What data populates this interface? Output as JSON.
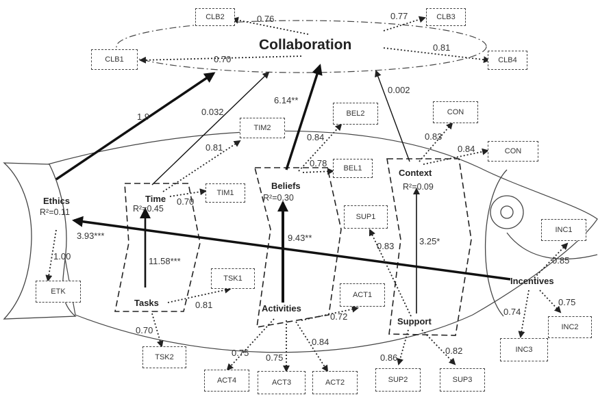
{
  "central_construct": "Collaboration",
  "constructs": {
    "ethics": "Ethics",
    "time": "Time",
    "beliefs": "Beliefs",
    "context": "Context",
    "tasks": "Tasks",
    "activities": "Activities",
    "support": "Support",
    "incentives": "Incentives"
  },
  "r_squared": {
    "ethics": "R²=0.11",
    "time": "R²=0.45",
    "beliefs": "R²=0.30",
    "context": "R²=0.09"
  },
  "indicators": {
    "clb1": "CLB1",
    "clb2": "CLB2",
    "clb3": "CLB3",
    "clb4": "CLB4",
    "tim1": "TIM1",
    "tim2": "TIM2",
    "bel1": "BEL1",
    "bel2": "BEL2",
    "con1": "CON",
    "con2": "CON",
    "sup1": "SUP1",
    "sup2": "SUP2",
    "sup3": "SUP3",
    "inc1": "INC1",
    "inc2": "INC2",
    "inc3": "INC3",
    "etk": "ETK",
    "tsk1": "TSK1",
    "tsk2": "TSK2",
    "act1": "ACT1",
    "act2": "ACT2",
    "act3": "ACT3",
    "act4": "ACT4"
  },
  "loadings": {
    "clb1": "0.70",
    "clb2": "0.76",
    "clb3": "0.77",
    "clb4": "0.81",
    "tim1": "0.70",
    "tim2": "0.81",
    "bel1": "0.78",
    "bel2": "0.84",
    "con1": "0.83",
    "con2": "0.84",
    "sup1": "0.83",
    "sup2": "0.86",
    "sup3": "0.82",
    "inc1": "0.85",
    "inc2": "0.75",
    "inc3": "0.74",
    "etk": "1.00",
    "tsk1": "0.81",
    "tsk2": "0.70",
    "act1": "0.72",
    "act2": "0.84",
    "act3": "0.75",
    "act4": "0.75"
  },
  "paths": {
    "ethics_collab": "1.9",
    "time_collab": "0.032",
    "beliefs_collab": "6.14**",
    "context_collab": "0.002",
    "incentives_ethics": "3.93***",
    "tasks_time": "11.58***",
    "activities_beliefs": "9.43**",
    "support_context": "3.25*"
  }
}
